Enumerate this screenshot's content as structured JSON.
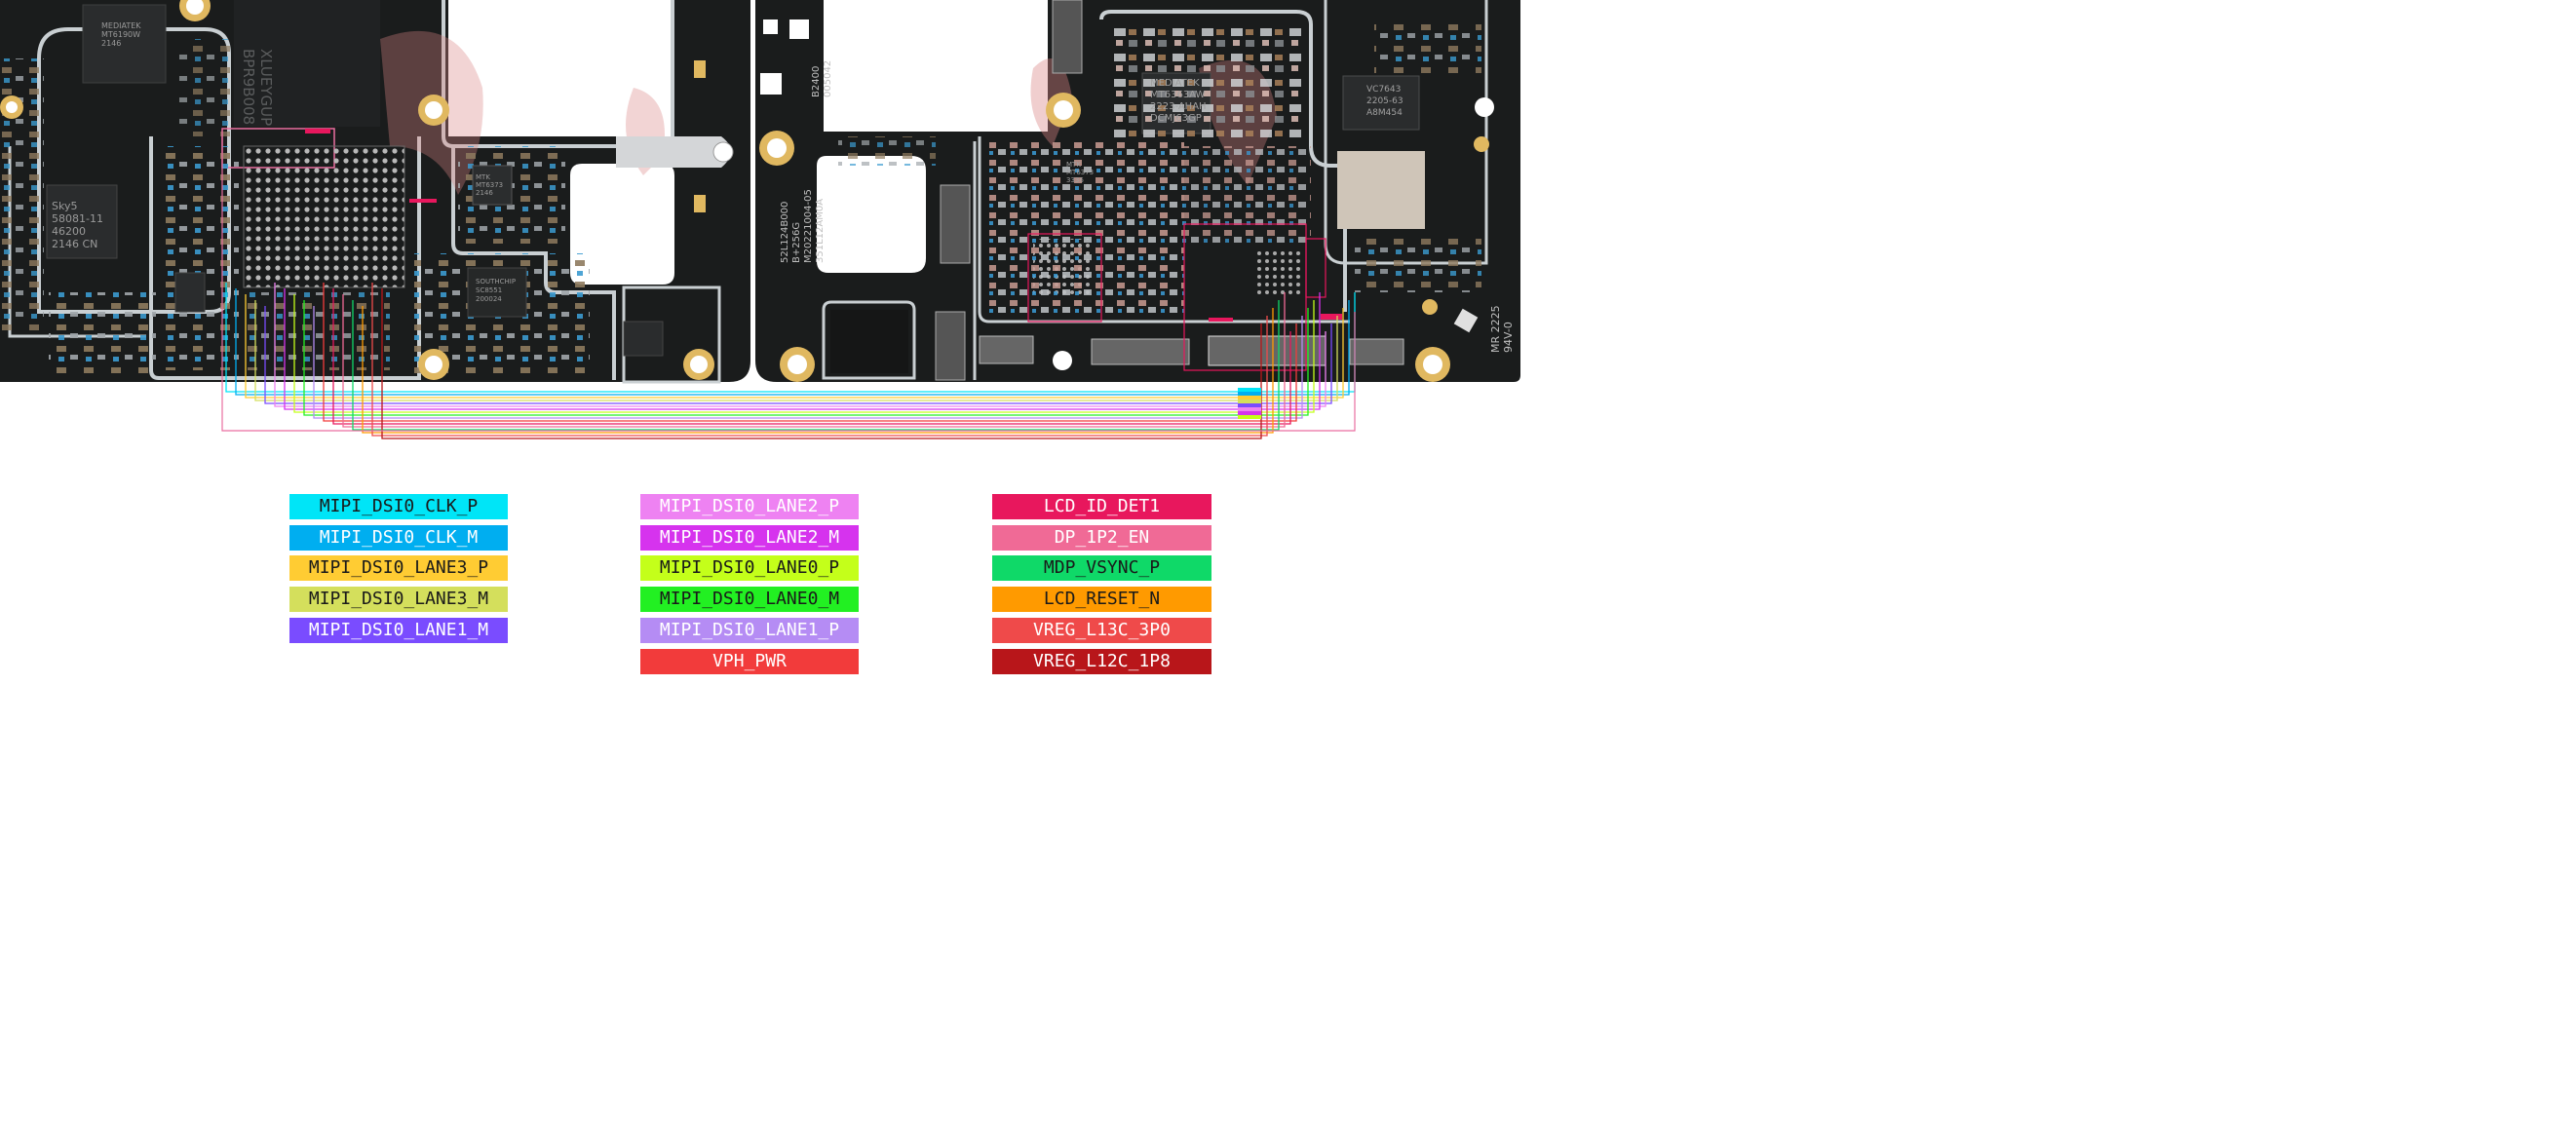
{
  "board": {
    "left_board": {
      "chip_markings": {
        "mediatek_top": [
          "MEDIATEK",
          "MT6190W",
          "2146"
        ],
        "skyworks": [
          "Sky5",
          "58081-11",
          "46200",
          "2146 CN"
        ],
        "ram": [
          "XLUEYGUP",
          "BPR9B008"
        ],
        "pmic_small": [
          "MTK",
          "MT6373",
          "2146"
        ],
        "southchip": [
          "SOUTHCHIP",
          "SC8551",
          "200024"
        ]
      }
    },
    "right_board": {
      "chip_markings": {
        "mediatek_pmic": [
          "MEDIATEK",
          "MT6363AW",
          "2223-AHAH",
          "DCMJ63GP"
        ],
        "vc": [
          "VC7643",
          "2205-63",
          "A8M454"
        ],
        "mtk_small": [
          "MTK",
          "MT6373",
          "3336"
        ],
        "qr_text": [
          "B2400",
          "005042"
        ],
        "side_text": [
          "52L124B000",
          "B+256G",
          "M20221004-05",
          "351L12AM0A"
        ],
        "corner_text": [
          "MR 2225",
          "94V-0"
        ]
      }
    },
    "colors": {
      "pcb": "#1a1c1c",
      "pcb_outline": "#c9cfd2",
      "gold_pad": "#e0b860",
      "watermark": "#d98585"
    }
  },
  "traces": [
    {
      "signal": "MIPI_DSI0_CLK_P",
      "color": "#00e5f7"
    },
    {
      "signal": "MIPI_DSI0_CLK_M",
      "color": "#00aef0"
    },
    {
      "signal": "MIPI_DSI0_LANE3_P",
      "color": "#ffcc33"
    },
    {
      "signal": "MIPI_DSI0_LANE3_M",
      "color": "#d4df5c"
    },
    {
      "signal": "MIPI_DSI0_LANE1_M",
      "color": "#7a4cff"
    },
    {
      "signal": "MIPI_DSI0_LANE2_P",
      "color": "#ee82f2"
    },
    {
      "signal": "MIPI_DSI0_LANE2_M",
      "color": "#d633ee"
    },
    {
      "signal": "MIPI_DSI0_LANE0_P",
      "color": "#c4ff1a"
    },
    {
      "signal": "MIPI_DSI0_LANE0_M",
      "color": "#22f022"
    },
    {
      "signal": "MIPI_DSI0_LANE1_P",
      "color": "#b58cf4"
    },
    {
      "signal": "VPH_PWR",
      "color": "#f23b3b"
    },
    {
      "signal": "LCD_ID_DET1",
      "color": "#e8175d"
    },
    {
      "signal": "DP_1P2_EN",
      "color": "#f06a96"
    },
    {
      "signal": "MDP_VSYNC_P",
      "color": "#0fd968"
    },
    {
      "signal": "LCD_RESET_N",
      "color": "#ff9a00"
    },
    {
      "signal": "VREG_L13C_3P0",
      "color": "#ef4a4a"
    },
    {
      "signal": "VREG_L12C_1P8",
      "color": "#b8161a"
    }
  ],
  "legend": {
    "column_1": [
      {
        "label": "MIPI_DSI0_CLK_P",
        "bg": "#00e5f7",
        "fg": "#1a1a1a"
      },
      {
        "label": "MIPI_DSI0_CLK_M",
        "bg": "#00aef0",
        "fg": "#ffffff"
      },
      {
        "label": "MIPI_DSI0_LANE3_P",
        "bg": "#ffcc33",
        "fg": "#1a1a1a"
      },
      {
        "label": "MIPI_DSI0_LANE3_M",
        "bg": "#d4df5c",
        "fg": "#1a1a1a"
      },
      {
        "label": "MIPI_DSI0_LANE1_M",
        "bg": "#7a4cff",
        "fg": "#ffffff"
      }
    ],
    "column_2": [
      {
        "label": "MIPI_DSI0_LANE2_P",
        "bg": "#ee82f2",
        "fg": "#ffffff"
      },
      {
        "label": "MIPI_DSI0_LANE2_M",
        "bg": "#d633ee",
        "fg": "#ffffff"
      },
      {
        "label": "MIPI_DSI0_LANE0_P",
        "bg": "#c4ff1a",
        "fg": "#1a1a1a"
      },
      {
        "label": "MIPI_DSI0_LANE0_M",
        "bg": "#22f022",
        "fg": "#1a1a1a"
      },
      {
        "label": "MIPI_DSI0_LANE1_P",
        "bg": "#b58cf4",
        "fg": "#ffffff"
      },
      {
        "label": "VPH_PWR",
        "bg": "#f23b3b",
        "fg": "#ffffff"
      }
    ],
    "column_3": [
      {
        "label": "LCD_ID_DET1",
        "bg": "#e8175d",
        "fg": "#ffffff"
      },
      {
        "label": "DP_1P2_EN",
        "bg": "#f06a96",
        "fg": "#ffffff"
      },
      {
        "label": "MDP_VSYNC_P",
        "bg": "#0fd968",
        "fg": "#1a1a1a"
      },
      {
        "label": "LCD_RESET_N",
        "bg": "#ff9a00",
        "fg": "#1a1a1a"
      },
      {
        "label": "VREG_L13C_3P0",
        "bg": "#ef4a4a",
        "fg": "#ffffff"
      },
      {
        "label": "VREG_L12C_1P8",
        "bg": "#b8161a",
        "fg": "#ffffff"
      }
    ]
  }
}
